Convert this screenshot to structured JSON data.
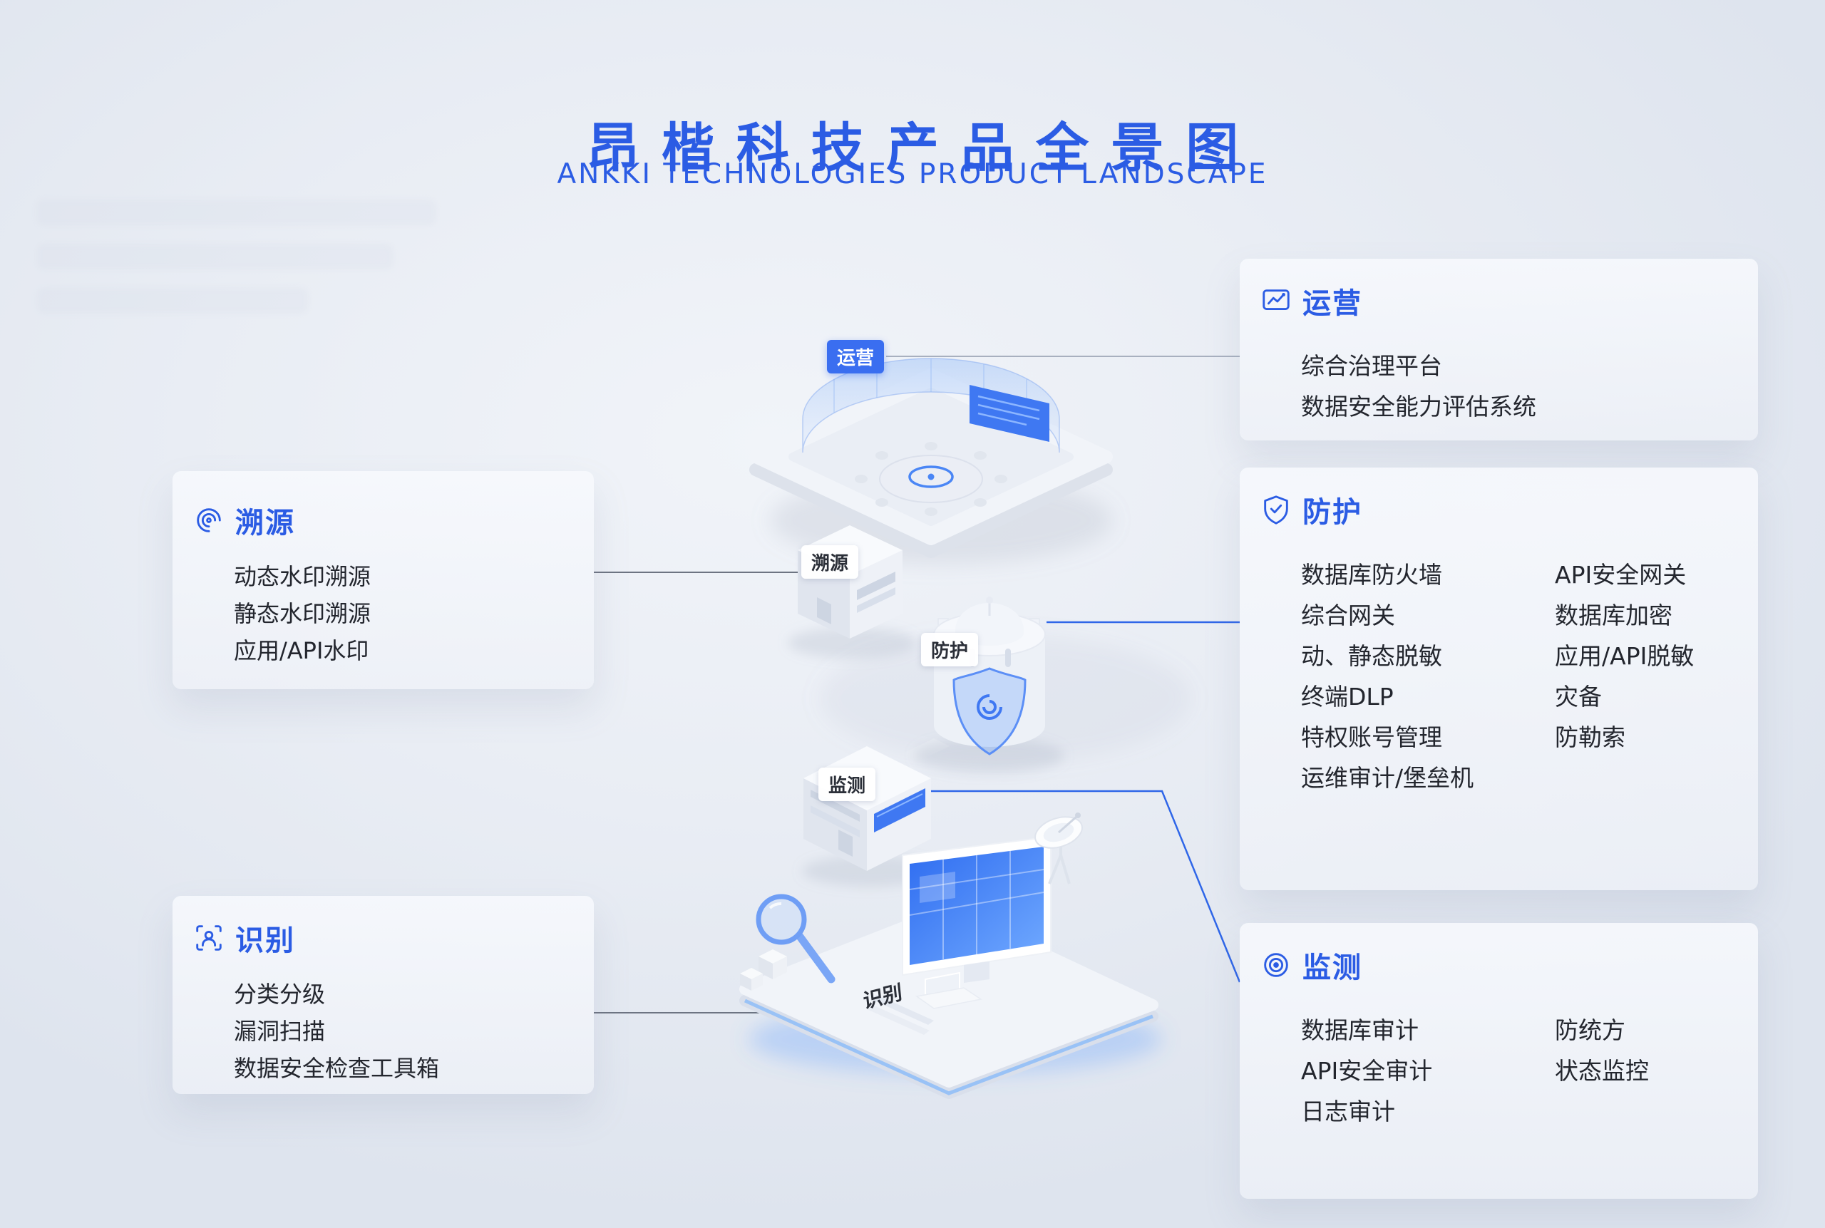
{
  "page": {
    "title": "昂楷科技产品全景图",
    "subtitle": "ANKKI TECHNOLOGIES PRODUCT LANDSCAPE"
  },
  "colors": {
    "accent": "#2B5CE4",
    "text": "#23262E",
    "card_background": "#F2F4F9",
    "screen_blue": "#3F78F2"
  },
  "icons": {
    "operations": "monitor-chart-icon",
    "protection": "shield-check-icon",
    "monitoring": "lens-target-icon",
    "traceability": "trace-swirl-icon",
    "identification": "person-scan-icon"
  },
  "labels": {
    "operations": "运营",
    "traceability": "溯源",
    "protection": "防护",
    "monitoring": "监测",
    "identification": "识别"
  },
  "cards": {
    "operations": {
      "title": "运营",
      "items": [
        "综合治理平台",
        "数据安全能力评估系统"
      ]
    },
    "protection": {
      "title": "防护",
      "col1": [
        "数据库防火墙",
        "综合网关",
        "动、静态脱敏",
        "终端DLP",
        "特权账号管理",
        "运维审计/堡垒机"
      ],
      "col2": [
        "API安全网关",
        "数据库加密",
        "应用/API脱敏",
        "灾备",
        "防勒索"
      ]
    },
    "monitoring": {
      "title": "监测",
      "col1": [
        "数据库审计",
        "API安全审计",
        "日志审计"
      ],
      "col2": [
        "防统方",
        "状态监控"
      ]
    },
    "traceability": {
      "title": "溯源",
      "items": [
        "动态水印溯源",
        "静态水印溯源",
        "应用/API水印"
      ]
    },
    "identification": {
      "title": "识别",
      "items": [
        "分类分级",
        "漏洞扫描",
        "数据安全检查工具箱"
      ]
    }
  }
}
